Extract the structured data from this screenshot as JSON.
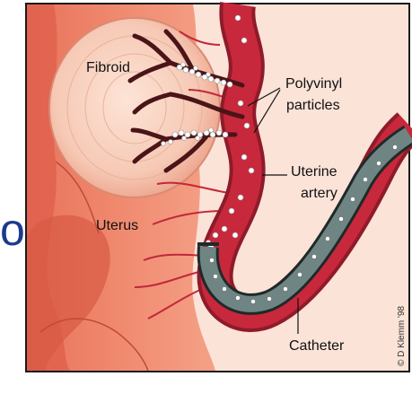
{
  "diagram": {
    "labels": {
      "fibroid": "Fibroid",
      "uterus": "Uterus",
      "polyvinyl_line1": "Polyvinyl",
      "polyvinyl_line2": "particles",
      "uterine_line1": "Uterine",
      "uterine_line2": "artery",
      "catheter": "Catheter"
    },
    "credit": "© D Klemm '98"
  },
  "background_fragment": "ol"
}
